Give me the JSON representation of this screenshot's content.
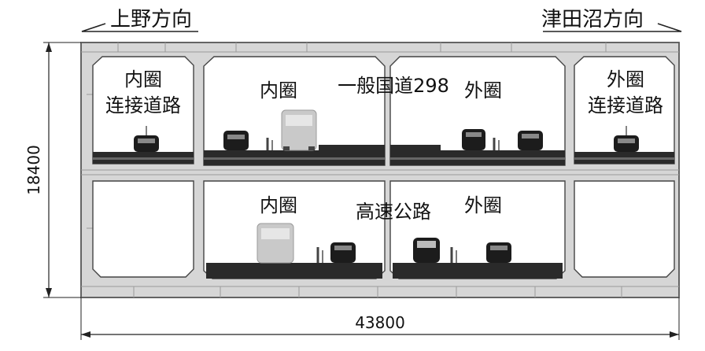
{
  "direction": {
    "left": "上野方向",
    "right": "津田沼方向"
  },
  "dimensions": {
    "height": "18400",
    "width": "43800"
  },
  "labels": {
    "upper_left_cell": [
      "内圈",
      "连接道路"
    ],
    "upper_right_cell": [
      "外圈",
      "连接道路"
    ],
    "upper_inner": "内圈",
    "upper_center": "一般国道298",
    "upper_outer": "外圈",
    "lower_inner": "内圈",
    "lower_center": "高速公路",
    "lower_outer": "外圈"
  },
  "colors": {
    "concrete": "#d6d6d6",
    "joint": "#9a9a9a",
    "road": "#2a2a2a",
    "bus": "#c9c9c9",
    "car": "#1c1c1c"
  }
}
